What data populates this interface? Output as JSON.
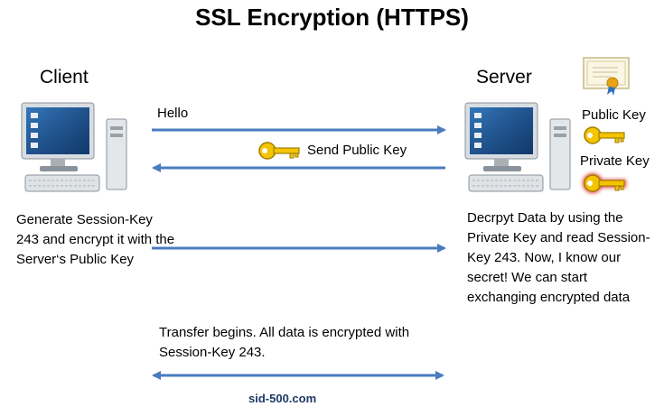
{
  "title": "SSL Encryption (HTTPS)",
  "client_label": "Client",
  "server_label": "Server",
  "arrows": {
    "hello": "Hello",
    "send_public_key": "Send Public Key"
  },
  "server_keys": {
    "public_key": "Public Key",
    "private_key": "Private Key"
  },
  "client_text": "Generate Session-Key 243 and encrypt it with the Server‘s Public Key",
  "server_text": "Decrpyt Data by using the Private Key and read Session-Key 243. Now, I know our secret! We can start exchanging encrypted data",
  "transfer_text": "Transfer begins. All data is encrypted with Session-Key 243.",
  "footer": "sid-500.com",
  "colors": {
    "arrow": "#4a7bbf",
    "key_gold": "#f5c400",
    "key_red_glow": "#e02020"
  }
}
